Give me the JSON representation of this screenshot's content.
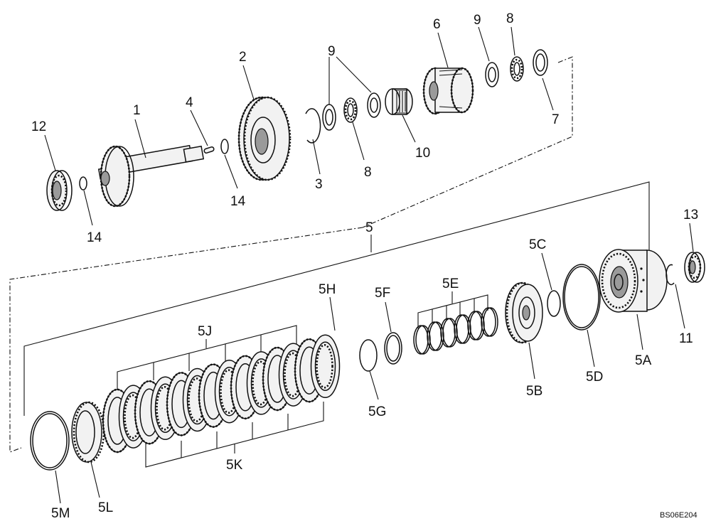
{
  "callouts": {
    "c1": "1",
    "c2": "2",
    "c3": "3",
    "c4": "4",
    "c5": "5",
    "c6": "6",
    "c7": "7",
    "c8a": "8",
    "c8b": "8",
    "c9a": "9",
    "c9b": "9",
    "c10": "10",
    "c11": "11",
    "c12": "12",
    "c13": "13",
    "c14a": "14",
    "c14b": "14",
    "c5A": "5A",
    "c5B": "5B",
    "c5C": "5C",
    "c5D": "5D",
    "c5E": "5E",
    "c5F": "5F",
    "c5G": "5G",
    "c5H": "5H",
    "c5J": "5J",
    "c5K": "5K",
    "c5L": "5L",
    "c5M": "5M"
  },
  "figure_code": "BS06E204"
}
